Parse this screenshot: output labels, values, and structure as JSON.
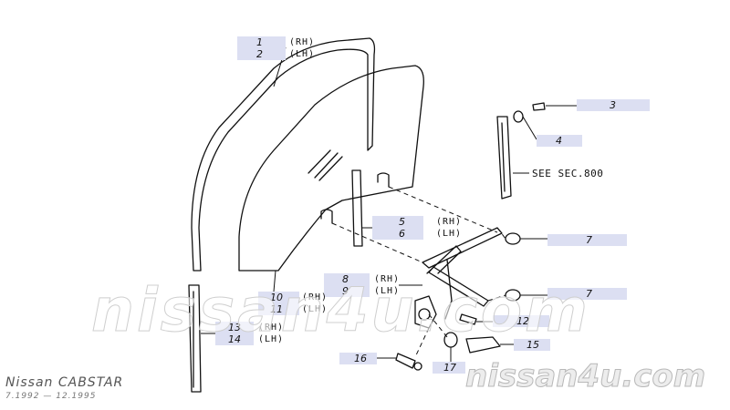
{
  "parts": {
    "p1": "1",
    "p2": "2",
    "p3": "3",
    "p4": "4",
    "p5": "5",
    "p6": "6",
    "p7a": "7",
    "p7b": "7",
    "p8": "8",
    "p9": "9",
    "p10": "10",
    "p11": "11",
    "p12": "12",
    "p13": "13",
    "p14": "14",
    "p15": "15",
    "p16": "16",
    "p17": "17"
  },
  "sides": {
    "rh": "(RH)",
    "lh": "(LH)"
  },
  "note": "SEE SEC.800",
  "watermark": {
    "big": "nissan4u.com",
    "small": "nissan4u.com"
  },
  "footer": {
    "title": "Nissan CABSTAR",
    "range": "7.1992 — 12.1995"
  },
  "colors": {
    "callout": "#dcdff2",
    "line": "#111111"
  }
}
